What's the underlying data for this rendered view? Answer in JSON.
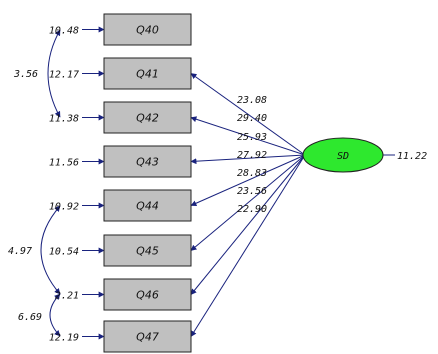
{
  "latent": {
    "label": "SD",
    "error_variance": "11.22",
    "fill": "#2ee82e"
  },
  "indicators": [
    {
      "label": "Q40",
      "error": "10.48",
      "loading": ""
    },
    {
      "label": "Q41",
      "error": "12.17",
      "loading": "23.08"
    },
    {
      "label": "Q42",
      "error": "11.38",
      "loading": "29.40"
    },
    {
      "label": "Q43",
      "error": "11.56",
      "loading": "25.93"
    },
    {
      "label": "Q44",
      "error": "10.92",
      "loading": "27.92"
    },
    {
      "label": "Q45",
      "error": "10.54",
      "loading": "28.83"
    },
    {
      "label": "Q46",
      "error": "2.21",
      "loading": "23.56"
    },
    {
      "label": "Q47",
      "error": "12.19",
      "loading": "22.90"
    }
  ],
  "covariances": [
    {
      "from": "Q40",
      "to": "Q42",
      "value": "3.56"
    },
    {
      "from": "Q44",
      "to": "Q46",
      "value": "4.97"
    },
    {
      "from": "Q46",
      "to": "Q47",
      "value": "6.69"
    }
  ],
  "colors": {
    "box_fill": "#c0c0c0",
    "path_color": "#1a237e",
    "text_color": "#111111"
  }
}
